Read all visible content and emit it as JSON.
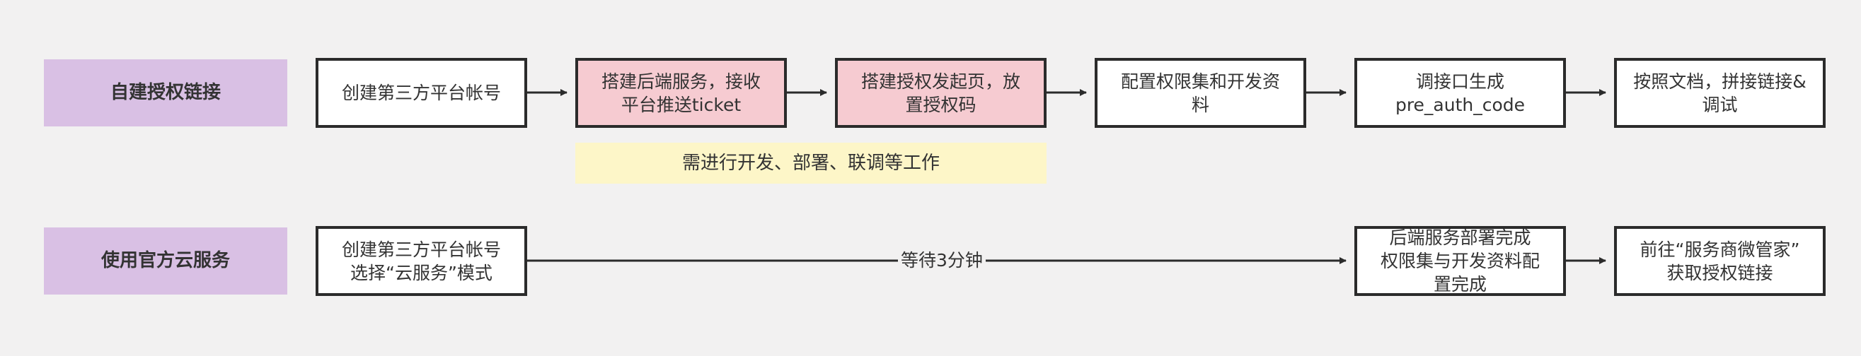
{
  "lanes": {
    "self_built": "自建授权链接",
    "cloud": "使用官方云服务"
  },
  "row1": {
    "step1": "创建第三方平台帐号",
    "step2": "搭建后端服务，接收\n平台推送ticket",
    "step3": "搭建授权发起页，放\n置授权码",
    "step4": "配置权限集和开发资\n料",
    "step5": "调接口生成\npre_auth_code",
    "step6": "按照文档，拼接链接&\n调试"
  },
  "note": "需进行开发、部署、联调等工作",
  "row2": {
    "step1": "创建第三方平台帐号\n选择“云服务”模式",
    "wait_label": "等待3分钟",
    "step2": "后端服务部署完成\n权限集与开发资料配\n置完成",
    "step3": "前往“服务商微管家”\n获取授权链接"
  },
  "colors": {
    "background": "#f2f1f1",
    "lane_fill": "#d9c0e4",
    "highlight_fill": "#f6cbd1",
    "note_fill": "#fdf6c8",
    "stroke": "#2b2b2b"
  }
}
